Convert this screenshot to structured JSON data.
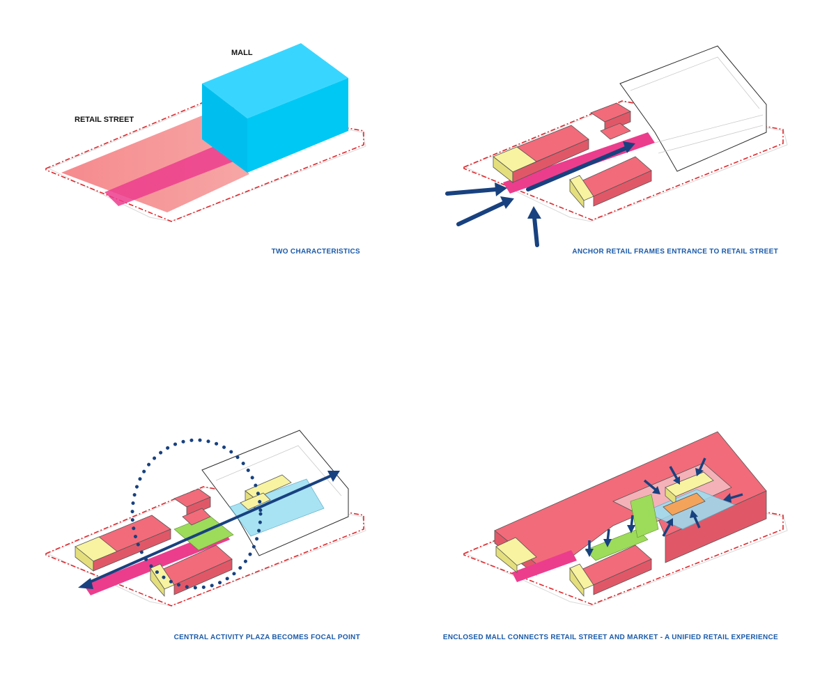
{
  "panels": [
    {
      "caption": "TWO CHARACTERISTICS",
      "labels": {
        "mall": "MALL",
        "retail_street": "RETAIL STREET"
      }
    },
    {
      "caption": "ANCHOR RETAIL FRAMES ENTRANCE TO RETAIL STREET"
    },
    {
      "caption": "CENTRAL ACTIVITY PLAZA BECOMES FOCAL POINT"
    },
    {
      "caption": "ENCLOSED MALL CONNECTS RETAIL STREET AND MARKET -  A UNIFIED RETAIL EXPERIENCE"
    }
  ],
  "colors": {
    "retail_pink": "#f26b7a",
    "street_magenta": "#ec3d8d",
    "mall_cyan": "#00c8f5",
    "anchor_yellow": "#f7f3a0",
    "plaza_green": "#9ddb5a",
    "arrow_navy": "#18417f",
    "boundary_red": "#e0262b",
    "caption_blue": "#1a5aa8"
  }
}
